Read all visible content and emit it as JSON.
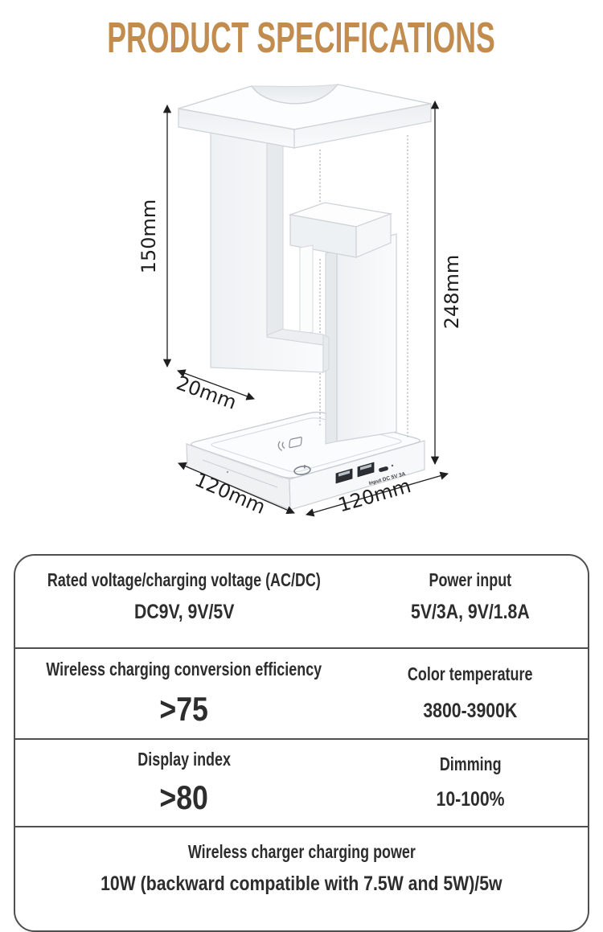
{
  "title": {
    "text": "PRODUCT SPECIFICATIONS",
    "color": "#c28c4f"
  },
  "diagram": {
    "description": "levitating wireless charging lamp with dimension callouts",
    "dimensions": {
      "floating_height": "150mm",
      "total_height": "248mm",
      "arm_thickness": "20mm",
      "base_side_left": "120mm",
      "base_side_right": "120mm"
    },
    "port_label": "Input DC 5V 3A",
    "colors": {
      "dimension_line": "#1f1f1f",
      "product_edge": "#d0d5da",
      "product_fill": "#fbfcfd"
    }
  },
  "table": {
    "border_color": "#4f4f4f",
    "rows": [
      {
        "cells": [
          {
            "label": "Rated voltage/charging voltage (AC/DC)",
            "value": "DC9V, 9V/5V"
          },
          {
            "label": "Power input",
            "value": "5V/3A, 9V/1.8A"
          }
        ]
      },
      {
        "cells": [
          {
            "label": "Wireless charging conversion efficiency",
            "value": ">75"
          },
          {
            "label": "Color temperature",
            "value": "3800-3900K"
          }
        ]
      },
      {
        "cells": [
          {
            "label": "Display index",
            "value": ">80"
          },
          {
            "label": "Dimming",
            "value": "10-100%"
          }
        ]
      },
      {
        "cells": [
          {
            "label": "Wireless charger charging power",
            "value": "10W (backward compatible with 7.5W and 5W)/5w"
          }
        ]
      }
    ]
  }
}
